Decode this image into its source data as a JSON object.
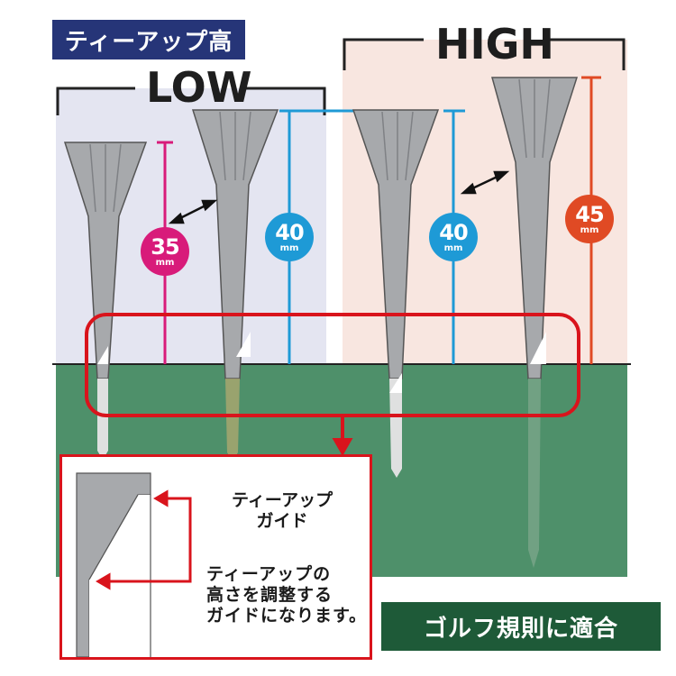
{
  "title": "ティーアップ高",
  "groups": {
    "low": "LOW",
    "high": "HIGH"
  },
  "measurements": [
    {
      "value": "35",
      "unit": "mm",
      "color": "#d81b7a"
    },
    {
      "value": "40",
      "unit": "mm",
      "color": "#1e9ad6"
    },
    {
      "value": "40",
      "unit": "mm",
      "color": "#1e9ad6"
    },
    {
      "value": "45",
      "unit": "mm",
      "color": "#e04a24"
    }
  ],
  "inset": {
    "guide_label_line1": "ティーアップ",
    "guide_label_line2": "ガイド",
    "desc_line1": "ティーアップの",
    "desc_line2": "高さを調整する",
    "desc_line3": "ガイドになります。"
  },
  "rule_badge": "ゴルフ規則に適合",
  "colors": {
    "low_bg": "#e4e5f1",
    "high_bg": "#f8e6e0",
    "ground": "#4e906a",
    "tee": "#a7a9ac",
    "highlight": "#d9141c",
    "title_bg": "#263578",
    "rule_bg": "#1e5a38"
  }
}
